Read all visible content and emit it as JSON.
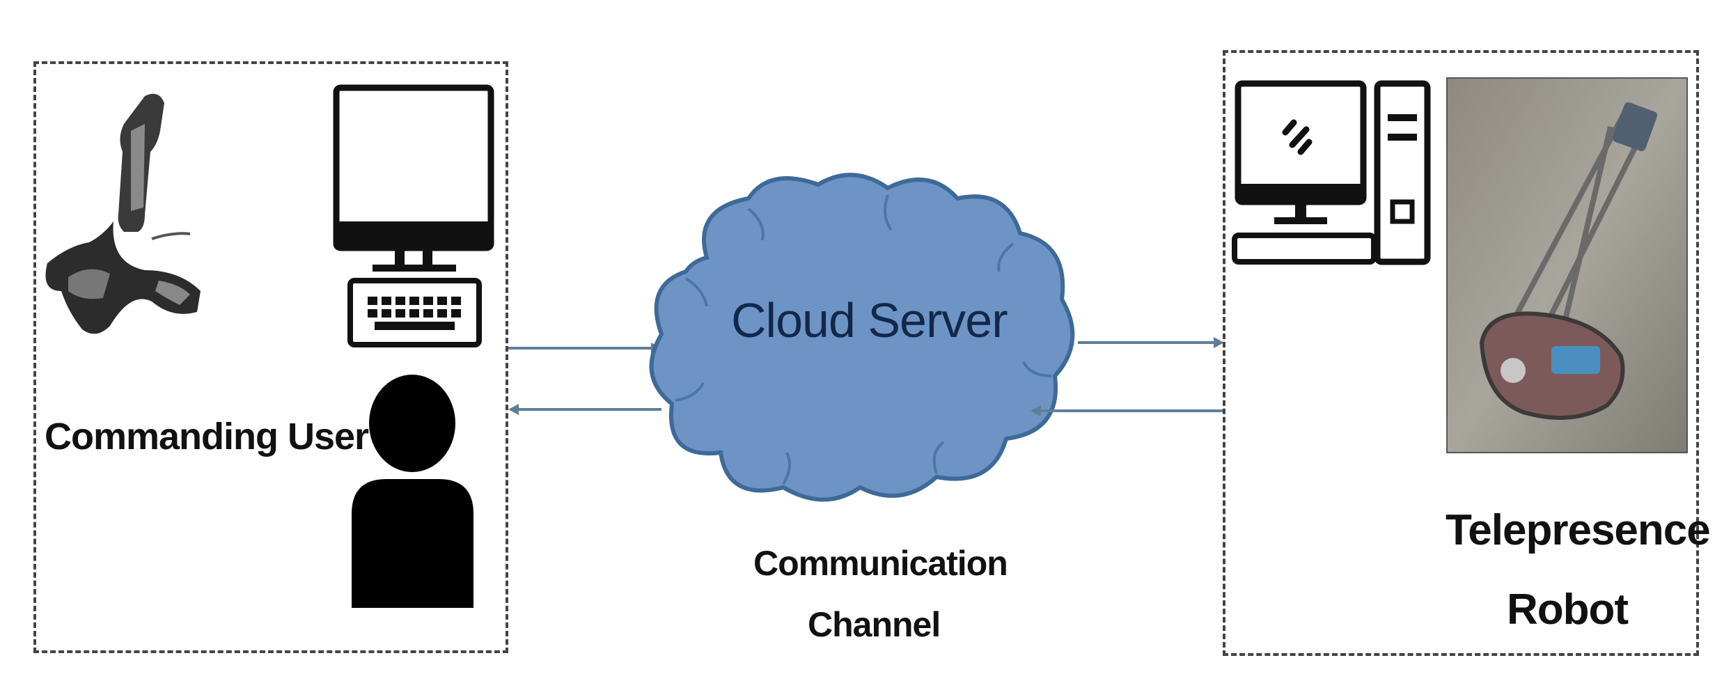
{
  "user_panel": {
    "label": "Commanding User"
  },
  "cloud": {
    "label": "Cloud Server",
    "fill": "#6d94c4",
    "stroke": "#3d6a99",
    "text_color": "#12284a"
  },
  "channel": {
    "line1": "Communication",
    "line2": "Channel"
  },
  "robot_panel": {
    "line1": "Telepresence",
    "line2": "Robot"
  },
  "arrow_color": "#5f7f96",
  "icons": [
    "joystick-icon",
    "computer-monitor-icon",
    "keyboard-icon",
    "user-icon",
    "desktop-pc-icon",
    "robot-photo"
  ]
}
